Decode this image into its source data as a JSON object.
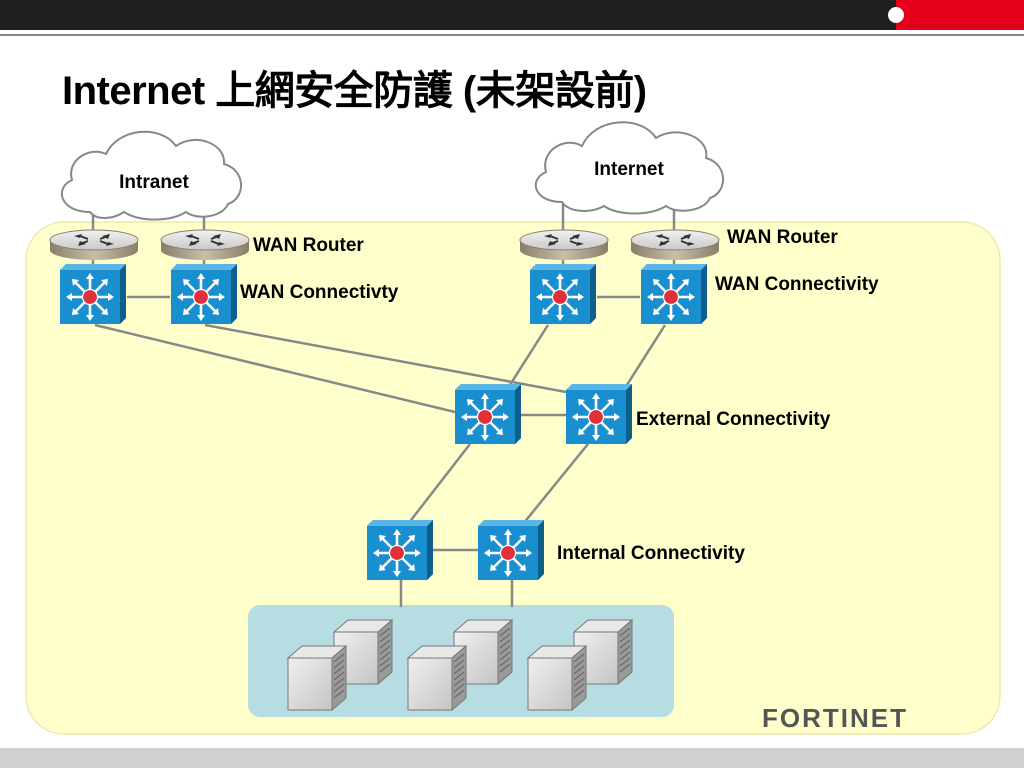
{
  "slide": {
    "title": "Internet 上網安全防護 (未架設前)"
  },
  "clouds": {
    "intranet": "Intranet",
    "internet": "Internet"
  },
  "labels": {
    "wan_router_left": "WAN Router",
    "wan_router_right": "WAN Router",
    "wan_conn_left": "WAN Connectivty",
    "wan_conn_right": "WAN Connectivity",
    "external": "External Connectivity",
    "internal": "Internal Connectivity"
  },
  "logo": "FORTINET",
  "colors": {
    "top_bar": "#1f1f1f",
    "accent_red": "#e2001a",
    "zone_fill": "#ffffcc",
    "server_zone_fill": "#b6dee2",
    "switch_blue": "#1a8fd0",
    "switch_center": "#e0303a"
  }
}
